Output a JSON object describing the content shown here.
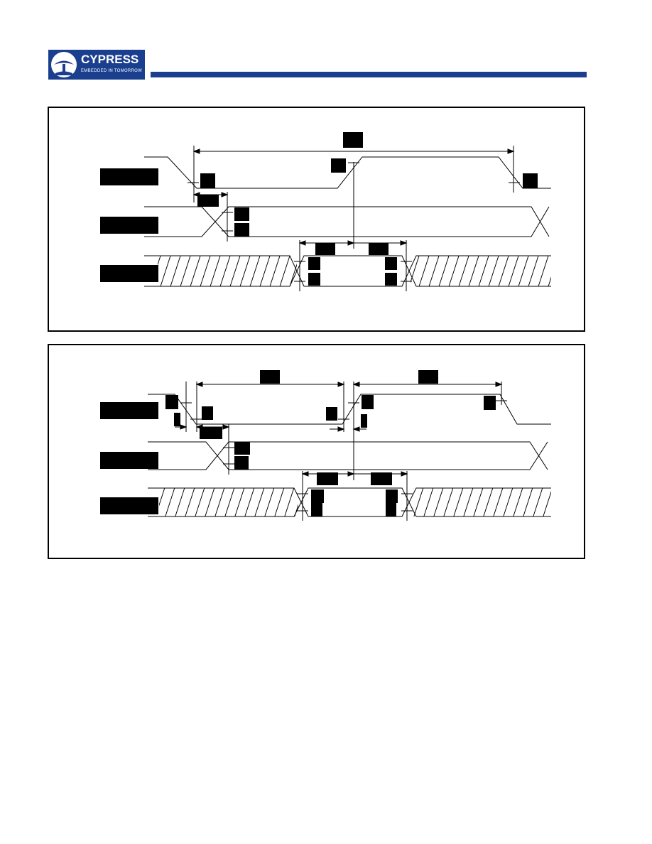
{
  "header": {
    "logo_text": "CYPRESS",
    "logo_tagline": "EMBEDDED IN TOMORROW",
    "brand_color": "#1a3f8f"
  },
  "diagrams": [
    {
      "name": "timing-diagram-1"
    },
    {
      "name": "timing-diagram-2"
    }
  ]
}
